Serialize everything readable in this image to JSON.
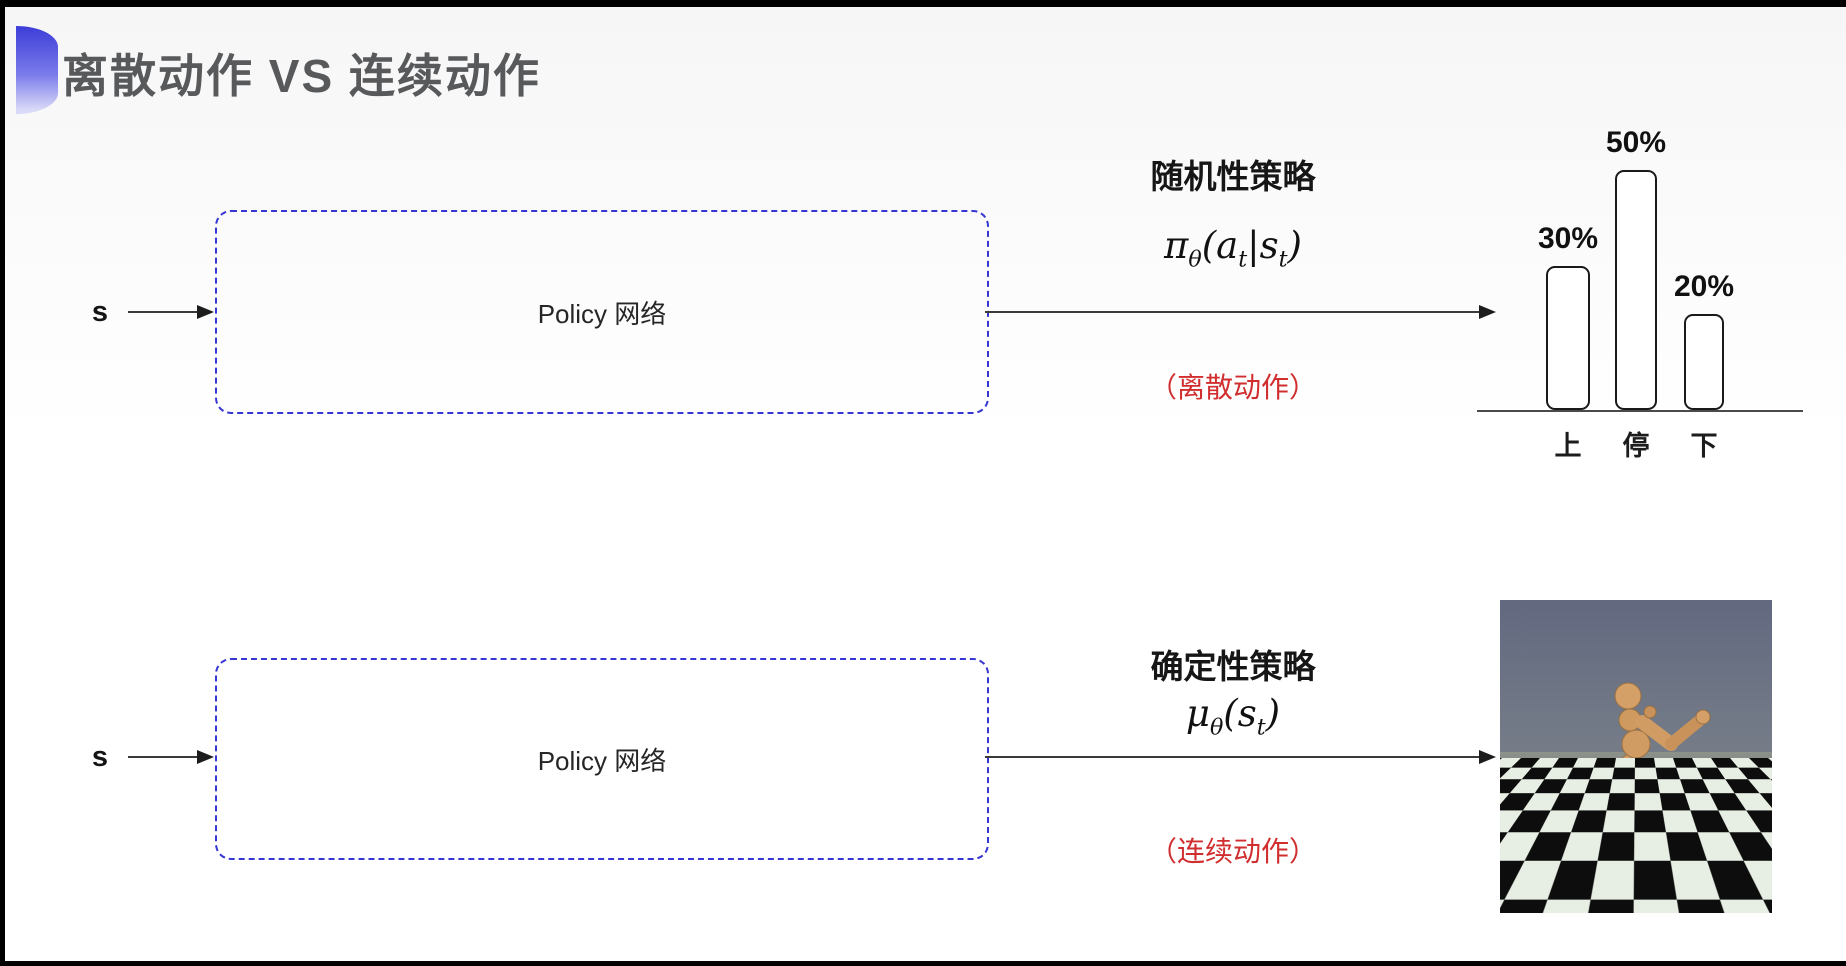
{
  "slide": {
    "title": "离散动作 VS 连续动作"
  },
  "top_flow": {
    "input_label": "s",
    "box_label": "Policy 网络",
    "policy_title": "随机性策略",
    "formula": {
      "base": "π",
      "sub": "θ",
      "arg1": "(a",
      "argsub1": "t",
      "mid": "|s",
      "argsub2": "t",
      "close": ")"
    },
    "action_type": "（离散动作）"
  },
  "bottom_flow": {
    "input_label": "s",
    "box_label": "Policy 网络",
    "policy_title": "确定性策略",
    "formula": {
      "base": "μ",
      "sub": "θ",
      "arg1": "(s",
      "argsub1": "t",
      "close": ")"
    },
    "action_type": "（连续动作）"
  },
  "chart_data": {
    "type": "bar",
    "categories": [
      "上",
      "停",
      "下"
    ],
    "values": [
      30,
      50,
      20
    ],
    "value_labels": [
      "30%",
      "50%",
      "20%"
    ],
    "title": "",
    "xlabel": "",
    "ylabel": "",
    "ylim": [
      0,
      60
    ],
    "grid": false,
    "legend": false
  },
  "colors": {
    "accent_blue": "#3636d2",
    "highlight_red": "#d12f2f",
    "title_gray": "#58595b",
    "bar_outline": "#1a1a1a",
    "sky_top": "#626980",
    "sky_bottom": "#999d91",
    "tile_light": "#e7efe4",
    "tile_dark": "#0d0d0d",
    "robot_skin": "#cf9a60"
  }
}
